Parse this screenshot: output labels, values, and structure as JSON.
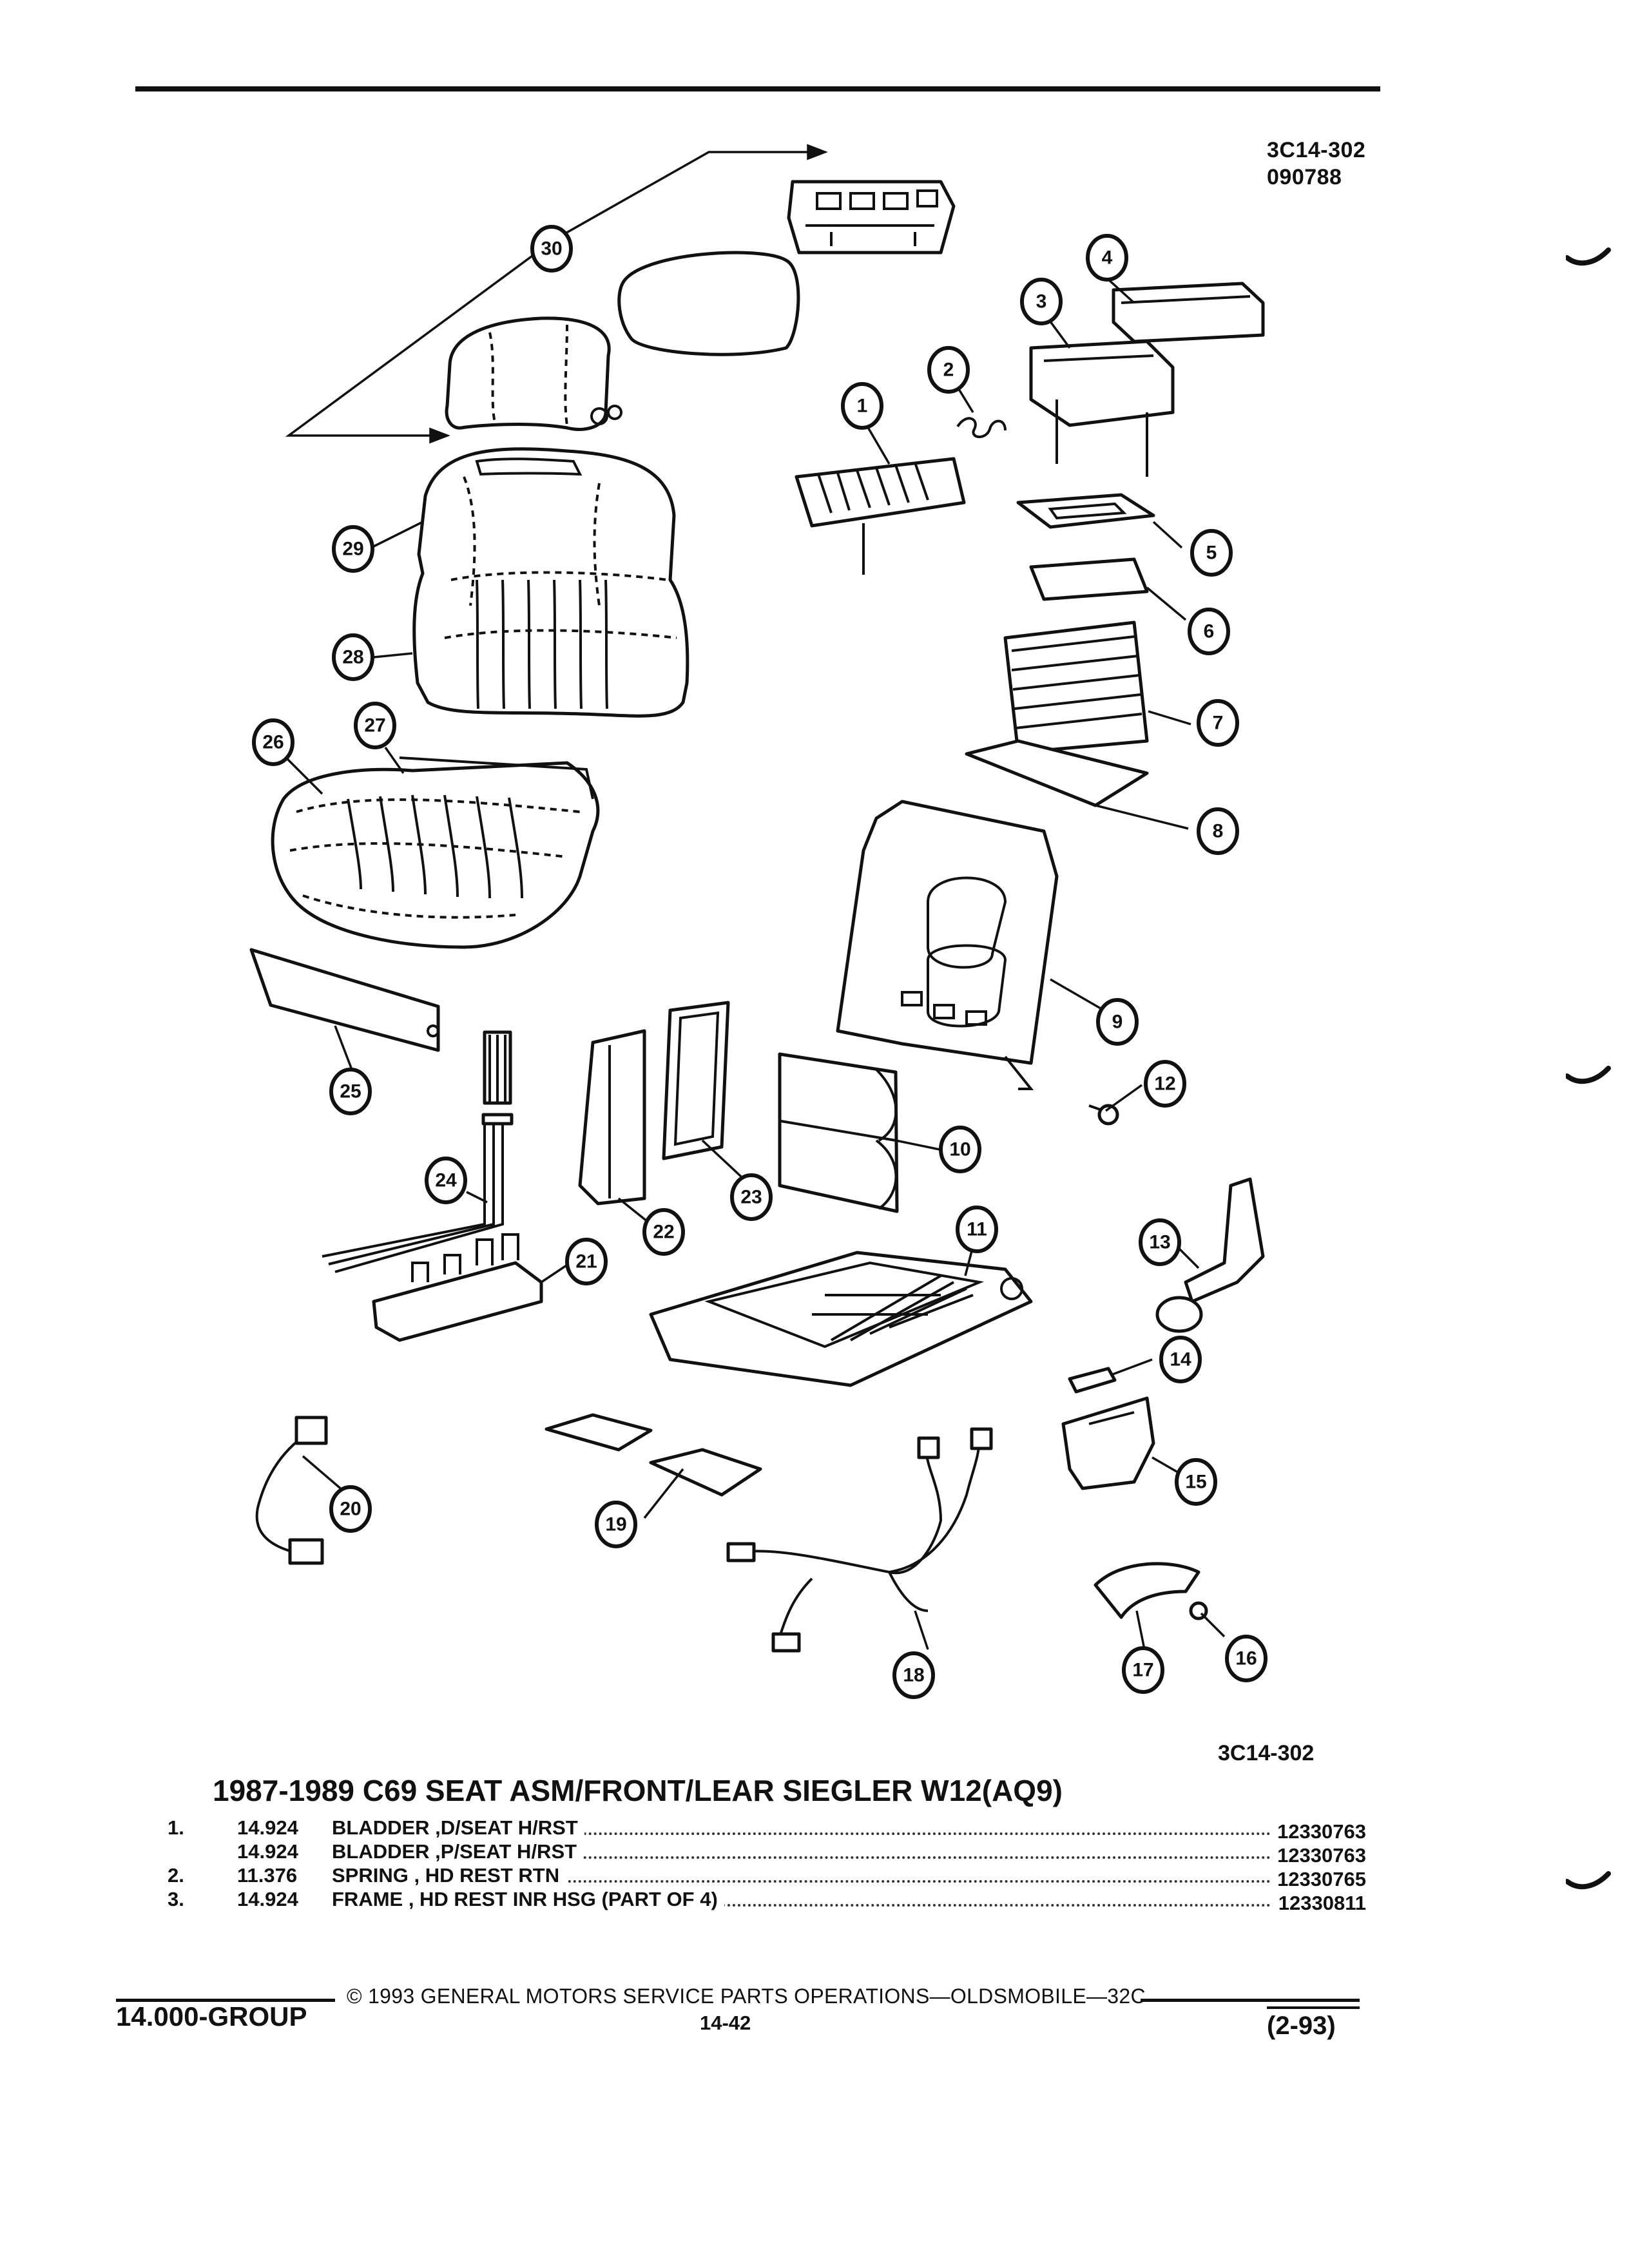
{
  "header": {
    "doc_code": "3C14-302",
    "doc_number": "090788"
  },
  "callouts": [
    "1",
    "2",
    "3",
    "4",
    "5",
    "6",
    "7",
    "8",
    "9",
    "10",
    "11",
    "12",
    "13",
    "14",
    "15",
    "16",
    "17",
    "18",
    "19",
    "20",
    "21",
    "22",
    "23",
    "24",
    "25",
    "26",
    "27",
    "28",
    "29",
    "30"
  ],
  "figure_code": "3C14-302",
  "parts_list": {
    "title": "1987-1989 C69 SEAT ASM/FRONT/LEAR SIEGLER W12(AQ9)",
    "rows": [
      {
        "num": "1.",
        "ref": "14.924",
        "desc": "BLADDER ,D/SEAT H/RST",
        "pn": "12330763"
      },
      {
        "num": "",
        "ref": "14.924",
        "desc": "BLADDER ,P/SEAT H/RST",
        "pn": "12330763"
      },
      {
        "num": "2.",
        "ref": "11.376",
        "desc": "SPRING , HD REST RTN",
        "pn": "12330765"
      },
      {
        "num": "3.",
        "ref": "14.924",
        "desc": "FRAME , HD REST INR HSG (PART OF 4)",
        "pn": "12330811"
      }
    ]
  },
  "footer": {
    "group": "14.000-GROUP",
    "copyright": "© 1993 GENERAL MOTORS SERVICE PARTS OPERATIONS—OLDSMOBILE—32C",
    "page": "14-42",
    "date": "(2-93)"
  }
}
